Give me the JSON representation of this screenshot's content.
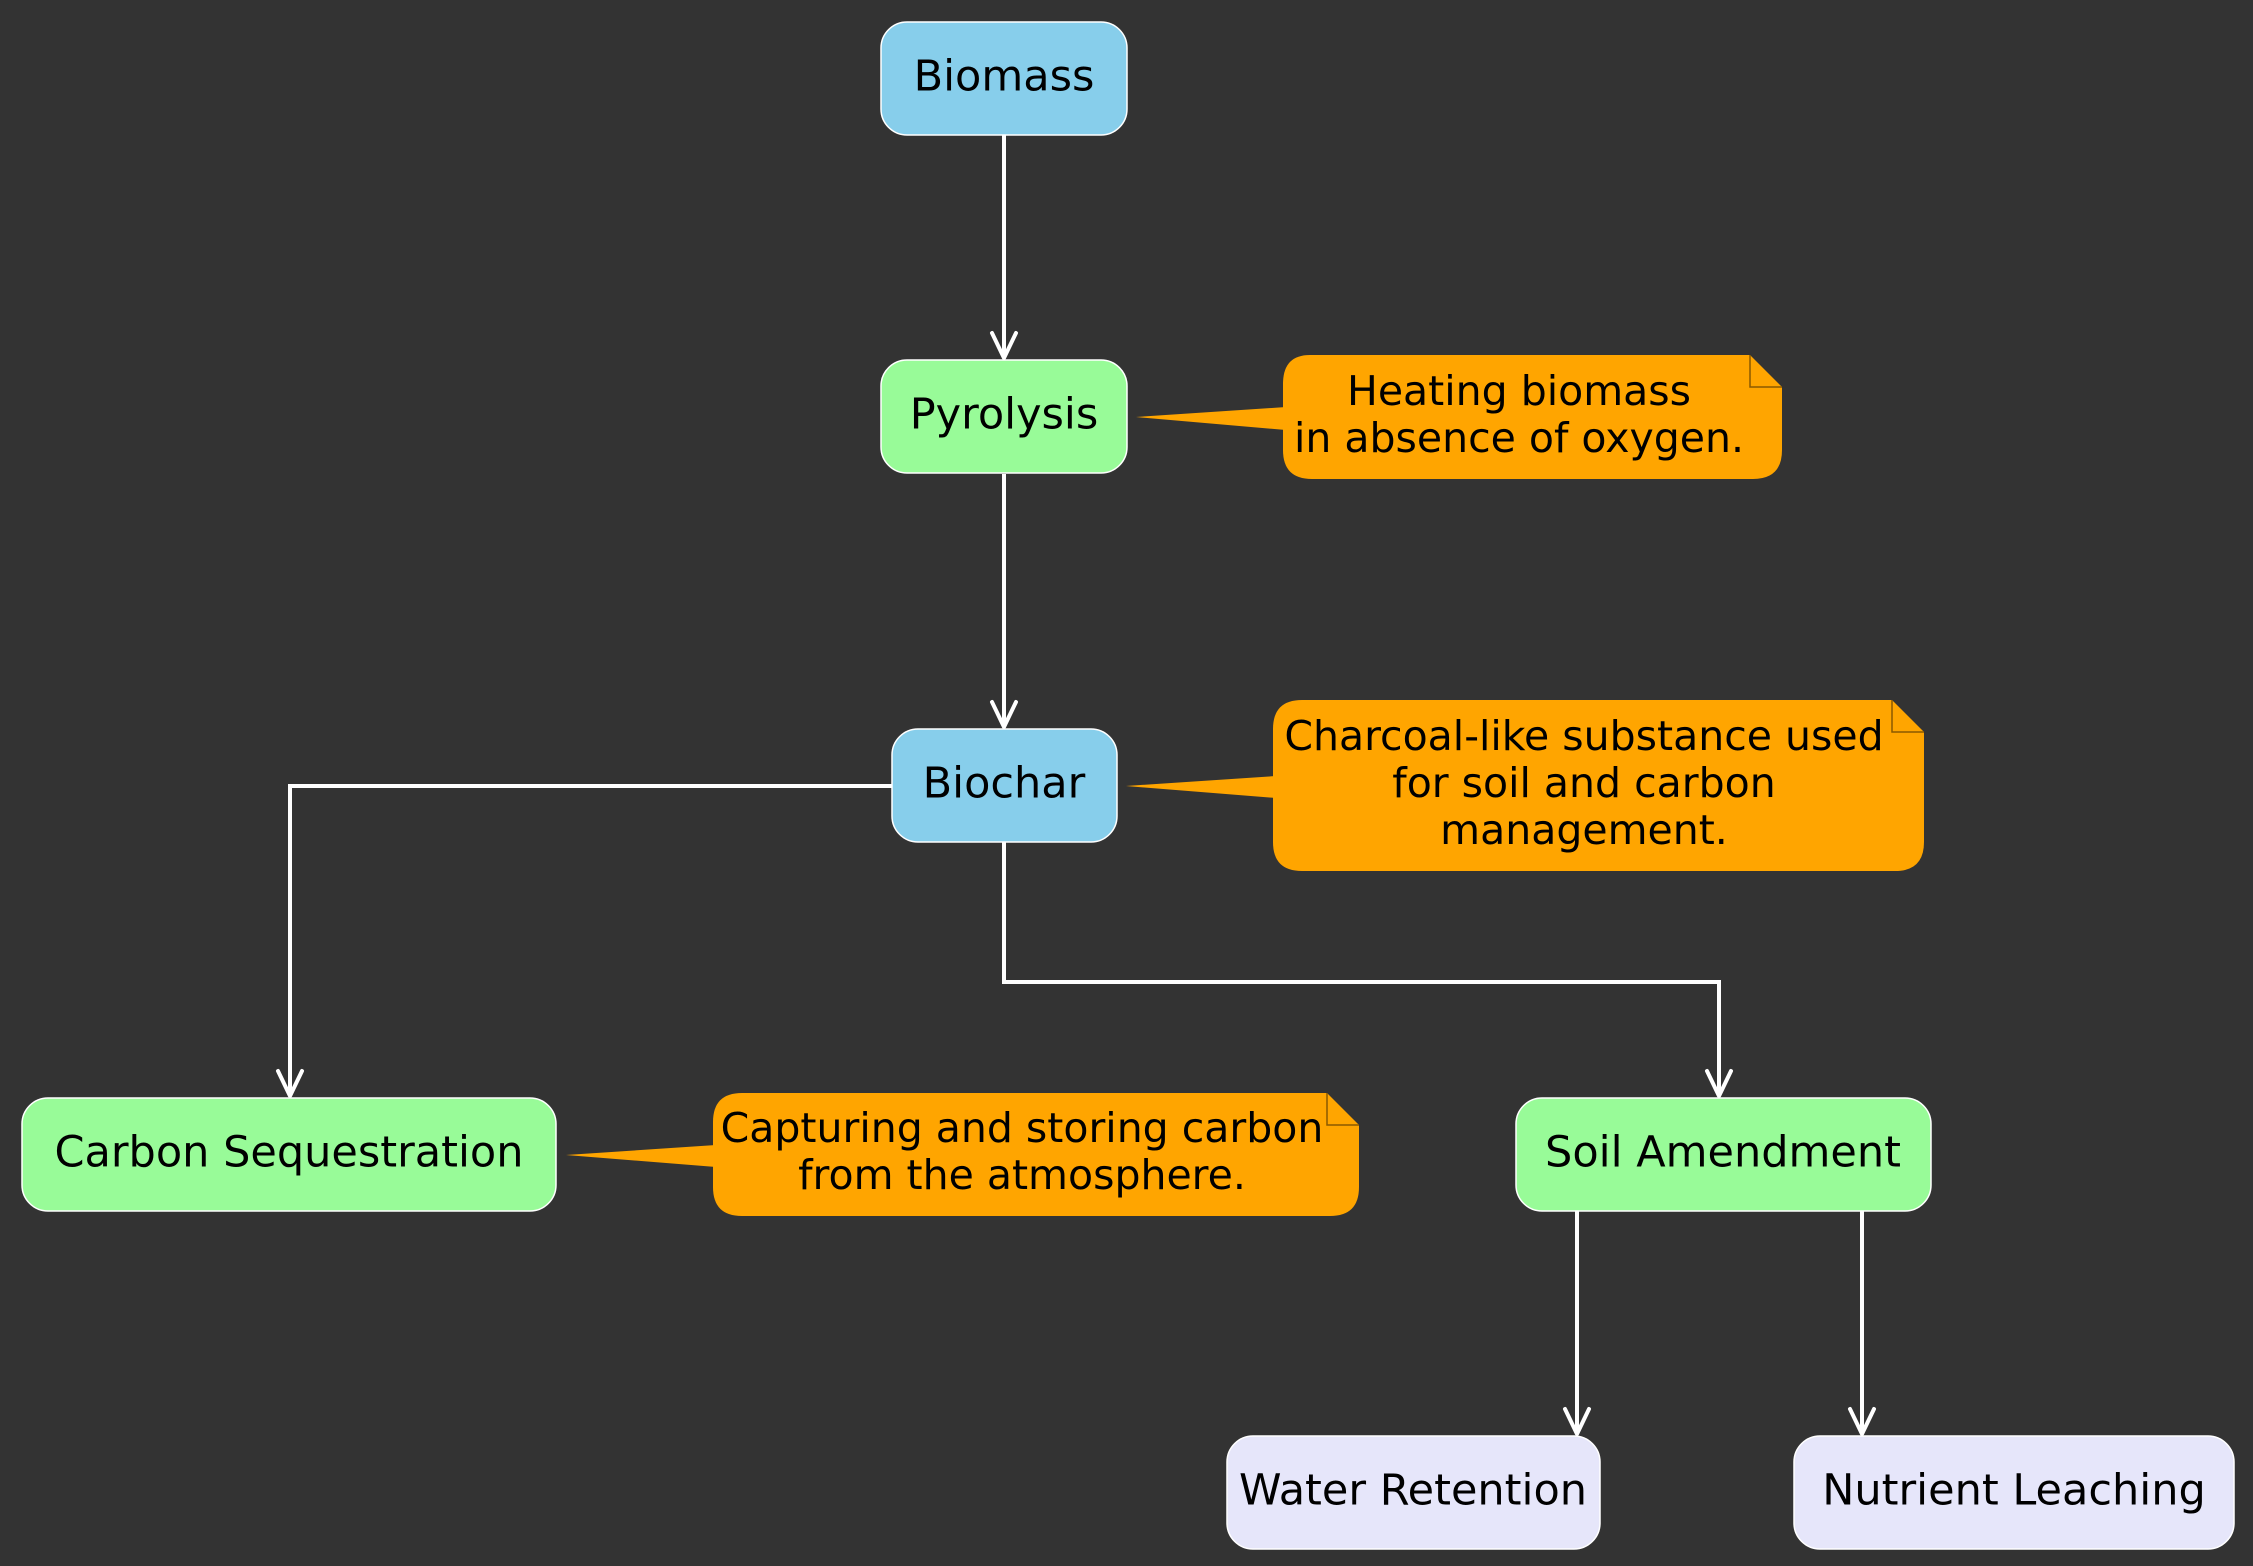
{
  "colors": {
    "background": "#333333",
    "blue_node": "#87ceeb",
    "green_node": "#98fb98",
    "lavender_node": "#e6e6fa",
    "note": "#ffa500",
    "edge": "#ffffff"
  },
  "nodes": {
    "biomass": "Biomass",
    "pyrolysis": "Pyrolysis",
    "biochar": "Biochar",
    "carbon_sequestration": "Carbon Sequestration",
    "soil_amendment": "Soil Amendment",
    "water_retention": "Water Retention",
    "nutrient_leaching": "Nutrient Leaching"
  },
  "notes": {
    "pyrolysis": [
      "Heating biomass",
      "in absence of oxygen."
    ],
    "biochar": [
      "Charcoal-like substance used",
      "for soil and carbon",
      "management."
    ],
    "carbon_sequestration": [
      "Capturing and storing carbon",
      "from the atmosphere."
    ]
  }
}
